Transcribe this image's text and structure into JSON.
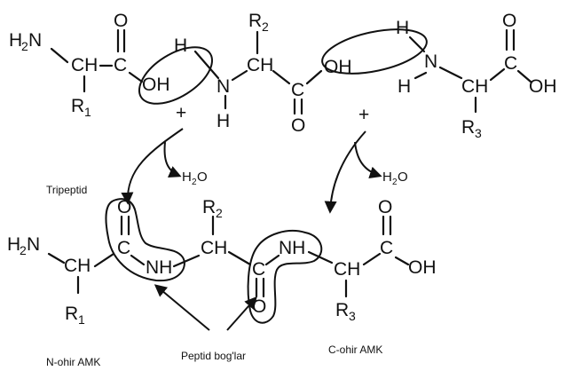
{
  "atoms": {
    "h2n": "H",
    "h2n_sub": "2",
    "h2n_n": "N",
    "ch": "CH",
    "c": "C",
    "o": "O",
    "oh": "OH",
    "h": "H",
    "n": "N",
    "nh": "NH",
    "r": "R",
    "r1_sub": "1",
    "r2_sub": "2",
    "r3_sub": "3",
    "plus": "+",
    "water_h": "H",
    "water_sub": "2",
    "water_o": "O"
  },
  "labels": {
    "tripeptide": "Tripeptid",
    "n_terminal": "N-ohir AMK",
    "peptide_bonds": "Peptid bog'lar",
    "c_terminal": "C-ohir AMK"
  }
}
